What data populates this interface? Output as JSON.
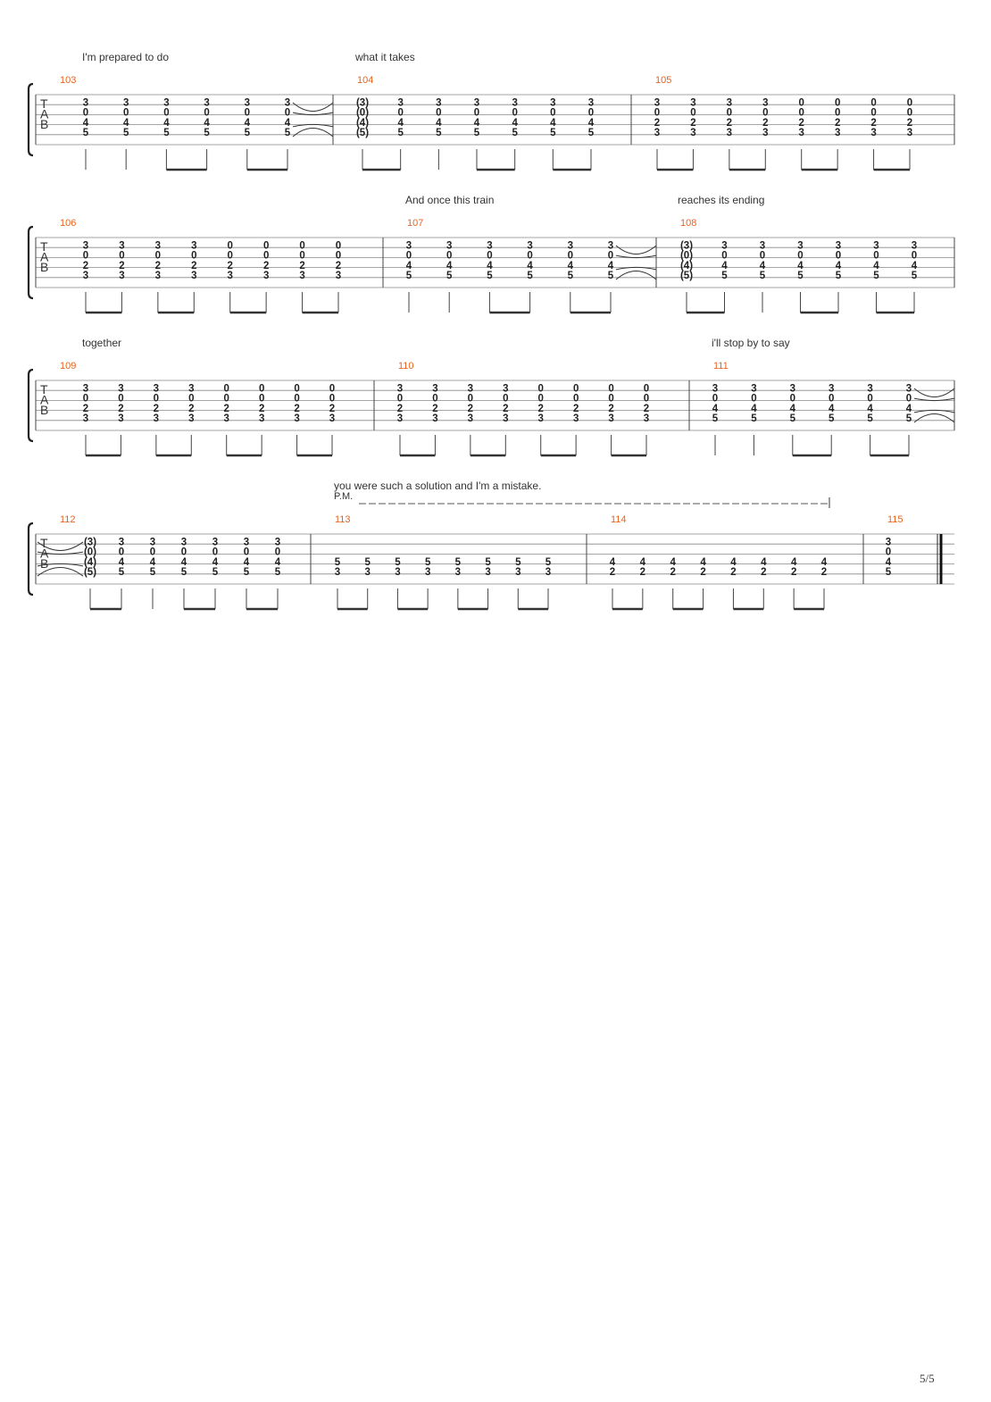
{
  "page": {
    "page_number": "5/5",
    "colors": {
      "bar_number": "#e8641f",
      "ink": "#222222",
      "staff_line": "#888888"
    }
  },
  "systems": [
    {
      "lyrics": [
        "I'm prepared to do",
        "what it takes"
      ],
      "measures": [
        {
          "number": "103",
          "chords": [
            [
              "3",
              "0",
              "4",
              "5"
            ],
            [
              "3",
              "0",
              "4",
              "5"
            ],
            [
              "3",
              "0",
              "4",
              "5"
            ],
            [
              "3",
              "0",
              "4",
              "5"
            ],
            [
              "3",
              "0",
              "4",
              "5"
            ],
            [
              "3",
              "0",
              "4",
              "5"
            ]
          ],
          "beams": [
            [
              0
            ],
            [
              1
            ],
            [
              2,
              3
            ],
            [
              4,
              5
            ]
          ],
          "tail_x": true
        },
        {
          "number": "104",
          "chords": [
            [
              "(3)",
              "(0)",
              "(4)",
              "(5)"
            ],
            [
              "3",
              "0",
              "4",
              "5"
            ],
            [
              "3",
              "0",
              "4",
              "5"
            ],
            [
              "3",
              "0",
              "4",
              "5"
            ],
            [
              "3",
              "0",
              "4",
              "5"
            ],
            [
              "3",
              "0",
              "4",
              "5"
            ],
            [
              "3",
              "0",
              "4",
              "5"
            ]
          ],
          "beams": [
            [
              0,
              1
            ],
            [
              2
            ],
            [
              3,
              4
            ],
            [
              5,
              6
            ]
          ]
        },
        {
          "number": "105",
          "chords": [
            [
              "3",
              "0",
              "2",
              "3"
            ],
            [
              "3",
              "0",
              "2",
              "3"
            ],
            [
              "3",
              "0",
              "2",
              "3"
            ],
            [
              "3",
              "0",
              "2",
              "3"
            ],
            [
              "0",
              "0",
              "2",
              "3"
            ],
            [
              "0",
              "0",
              "2",
              "3"
            ],
            [
              "0",
              "0",
              "2",
              "3"
            ],
            [
              "0",
              "0",
              "2",
              "3"
            ]
          ],
          "beams": [
            [
              0,
              1
            ],
            [
              2,
              3
            ],
            [
              4,
              5
            ],
            [
              6,
              7
            ]
          ]
        }
      ]
    },
    {
      "lyrics": [
        "And once this train",
        "reaches its ending"
      ],
      "measures": [
        {
          "number": "106",
          "chords": [
            [
              "3",
              "0",
              "2",
              "3"
            ],
            [
              "3",
              "0",
              "2",
              "3"
            ],
            [
              "3",
              "0",
              "2",
              "3"
            ],
            [
              "3",
              "0",
              "2",
              "3"
            ],
            [
              "0",
              "0",
              "2",
              "3"
            ],
            [
              "0",
              "0",
              "2",
              "3"
            ],
            [
              "0",
              "0",
              "2",
              "3"
            ],
            [
              "0",
              "0",
              "2",
              "3"
            ]
          ],
          "beams": [
            [
              0,
              1
            ],
            [
              2,
              3
            ],
            [
              4,
              5
            ],
            [
              6,
              7
            ]
          ]
        },
        {
          "number": "107",
          "chords": [
            [
              "3",
              "0",
              "4",
              "5"
            ],
            [
              "3",
              "0",
              "4",
              "5"
            ],
            [
              "3",
              "0",
              "4",
              "5"
            ],
            [
              "3",
              "0",
              "4",
              "5"
            ],
            [
              "3",
              "0",
              "4",
              "5"
            ],
            [
              "3",
              "0",
              "4",
              "5"
            ]
          ],
          "beams": [
            [
              0
            ],
            [
              1
            ],
            [
              2,
              3
            ],
            [
              4,
              5
            ]
          ],
          "tail_x": true
        },
        {
          "number": "108",
          "chords": [
            [
              "(3)",
              "(0)",
              "(4)",
              "(5)"
            ],
            [
              "3",
              "0",
              "4",
              "5"
            ],
            [
              "3",
              "0",
              "4",
              "5"
            ],
            [
              "3",
              "0",
              "4",
              "5"
            ],
            [
              "3",
              "0",
              "4",
              "5"
            ],
            [
              "3",
              "0",
              "4",
              "5"
            ],
            [
              "3",
              "0",
              "4",
              "5"
            ]
          ],
          "beams": [
            [
              0,
              1
            ],
            [
              2
            ],
            [
              3,
              4
            ],
            [
              5,
              6
            ]
          ]
        }
      ]
    },
    {
      "lyrics": [
        "together",
        "i'll stop by to say"
      ],
      "measures": [
        {
          "number": "109",
          "chords": [
            [
              "3",
              "0",
              "2",
              "3"
            ],
            [
              "3",
              "0",
              "2",
              "3"
            ],
            [
              "3",
              "0",
              "2",
              "3"
            ],
            [
              "3",
              "0",
              "2",
              "3"
            ],
            [
              "0",
              "0",
              "2",
              "3"
            ],
            [
              "0",
              "0",
              "2",
              "3"
            ],
            [
              "0",
              "0",
              "2",
              "3"
            ],
            [
              "0",
              "0",
              "2",
              "3"
            ]
          ],
          "beams": [
            [
              0,
              1
            ],
            [
              2,
              3
            ],
            [
              4,
              5
            ],
            [
              6,
              7
            ]
          ]
        },
        {
          "number": "110",
          "chords": [
            [
              "3",
              "0",
              "2",
              "3"
            ],
            [
              "3",
              "0",
              "2",
              "3"
            ],
            [
              "3",
              "0",
              "2",
              "3"
            ],
            [
              "3",
              "0",
              "2",
              "3"
            ],
            [
              "0",
              "0",
              "2",
              "3"
            ],
            [
              "0",
              "0",
              "2",
              "3"
            ],
            [
              "0",
              "0",
              "2",
              "3"
            ],
            [
              "0",
              "0",
              "2",
              "3"
            ]
          ],
          "beams": [
            [
              0,
              1
            ],
            [
              2,
              3
            ],
            [
              4,
              5
            ],
            [
              6,
              7
            ]
          ]
        },
        {
          "number": "111",
          "chords": [
            [
              "3",
              "0",
              "4",
              "5"
            ],
            [
              "3",
              "0",
              "4",
              "5"
            ],
            [
              "3",
              "0",
              "4",
              "5"
            ],
            [
              "3",
              "0",
              "4",
              "5"
            ],
            [
              "3",
              "0",
              "4",
              "5"
            ],
            [
              "3",
              "0",
              "4",
              "5"
            ]
          ],
          "beams": [
            [
              0
            ],
            [
              1
            ],
            [
              2,
              3
            ],
            [
              4,
              5
            ]
          ],
          "tail_x": true
        }
      ]
    },
    {
      "lyrics": [
        "you were such a solution and I'm a mistake."
      ],
      "palm_mute": "P.M.",
      "measures": [
        {
          "number": "112",
          "head_x": true,
          "chords": [
            [
              "(3)",
              "(0)",
              "(4)",
              "(5)"
            ],
            [
              "3",
              "0",
              "4",
              "5"
            ],
            [
              "3",
              "0",
              "4",
              "5"
            ],
            [
              "3",
              "0",
              "4",
              "5"
            ],
            [
              "3",
              "0",
              "4",
              "5"
            ],
            [
              "3",
              "0",
              "4",
              "5"
            ],
            [
              "3",
              "0",
              "4",
              "5"
            ]
          ],
          "beams": [
            [
              0,
              1
            ],
            [
              2
            ],
            [
              3,
              4
            ],
            [
              5,
              6
            ]
          ]
        },
        {
          "number": "113",
          "chords": [
            [
              "",
              "",
              "5",
              "3"
            ],
            [
              "",
              "",
              "5",
              "3"
            ],
            [
              "",
              "",
              "5",
              "3"
            ],
            [
              "",
              "",
              "5",
              "3"
            ],
            [
              "",
              "",
              "5",
              "3"
            ],
            [
              "",
              "",
              "5",
              "3"
            ],
            [
              "",
              "",
              "5",
              "3"
            ],
            [
              "",
              "",
              "5",
              "3"
            ]
          ],
          "beams": [
            [
              0,
              1
            ],
            [
              2,
              3
            ],
            [
              4,
              5
            ],
            [
              6,
              7
            ]
          ]
        },
        {
          "number": "114",
          "chords": [
            [
              "",
              "",
              "4",
              "2"
            ],
            [
              "",
              "",
              "4",
              "2"
            ],
            [
              "",
              "",
              "4",
              "2"
            ],
            [
              "",
              "",
              "4",
              "2"
            ],
            [
              "",
              "",
              "4",
              "2"
            ],
            [
              "",
              "",
              "4",
              "2"
            ],
            [
              "",
              "",
              "4",
              "2"
            ],
            [
              "",
              "",
              "4",
              "2"
            ]
          ],
          "beams": [
            [
              0,
              1
            ],
            [
              2,
              3
            ],
            [
              4,
              5
            ],
            [
              6,
              7
            ]
          ]
        },
        {
          "number": "115",
          "chords": [
            [
              "3",
              "0",
              "4",
              "5"
            ]
          ],
          "beams": []
        }
      ]
    }
  ]
}
